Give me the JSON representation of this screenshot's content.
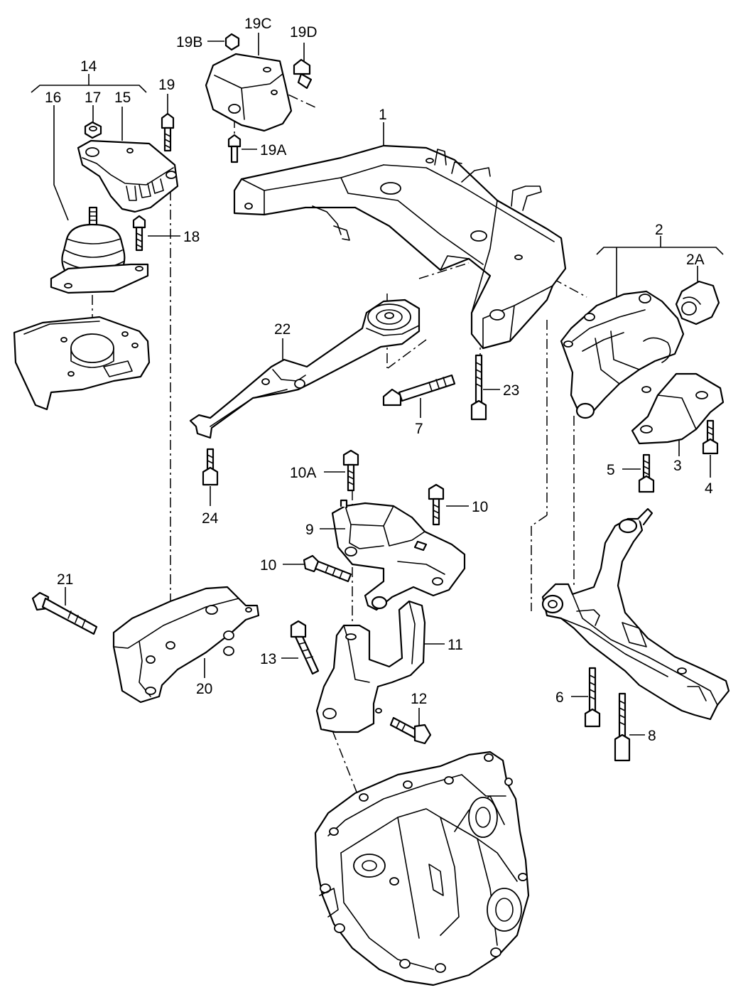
{
  "diagram": {
    "labels": [
      {
        "id": "1",
        "text": "1"
      },
      {
        "id": "2",
        "text": "2"
      },
      {
        "id": "2A",
        "text": "2A"
      },
      {
        "id": "3",
        "text": "3"
      },
      {
        "id": "4",
        "text": "4"
      },
      {
        "id": "5",
        "text": "5"
      },
      {
        "id": "6",
        "text": "6"
      },
      {
        "id": "7",
        "text": "7"
      },
      {
        "id": "8",
        "text": "8"
      },
      {
        "id": "9",
        "text": "9"
      },
      {
        "id": "10",
        "text": "10"
      },
      {
        "id": "10b",
        "text": "10"
      },
      {
        "id": "10A",
        "text": "10A"
      },
      {
        "id": "11",
        "text": "11"
      },
      {
        "id": "12",
        "text": "12"
      },
      {
        "id": "13",
        "text": "13"
      },
      {
        "id": "14",
        "text": "14"
      },
      {
        "id": "15",
        "text": "15"
      },
      {
        "id": "16",
        "text": "16"
      },
      {
        "id": "17",
        "text": "17"
      },
      {
        "id": "18",
        "text": "18"
      },
      {
        "id": "19",
        "text": "19"
      },
      {
        "id": "19A",
        "text": "19A"
      },
      {
        "id": "19B",
        "text": "19B"
      },
      {
        "id": "19C",
        "text": "19C"
      },
      {
        "id": "19D",
        "text": "19D"
      },
      {
        "id": "20",
        "text": "20"
      },
      {
        "id": "21",
        "text": "21"
      },
      {
        "id": "22",
        "text": "22"
      },
      {
        "id": "23",
        "text": "23"
      },
      {
        "id": "24",
        "text": "24"
      }
    ]
  }
}
